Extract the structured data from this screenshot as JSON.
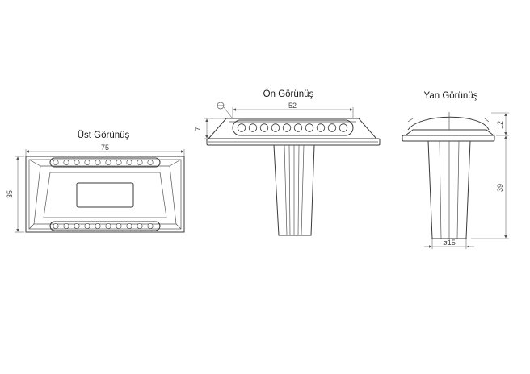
{
  "views": {
    "top": {
      "title": "Üst Görünüş",
      "width_label": "75",
      "height_label": "35"
    },
    "front": {
      "title": "Ön Görünüş",
      "width_label": "52",
      "height_label": "7"
    },
    "side": {
      "title": "Yan Görünüş",
      "height_top_label": "12",
      "height_main_label": "39",
      "diameter_label": "ø15"
    }
  }
}
